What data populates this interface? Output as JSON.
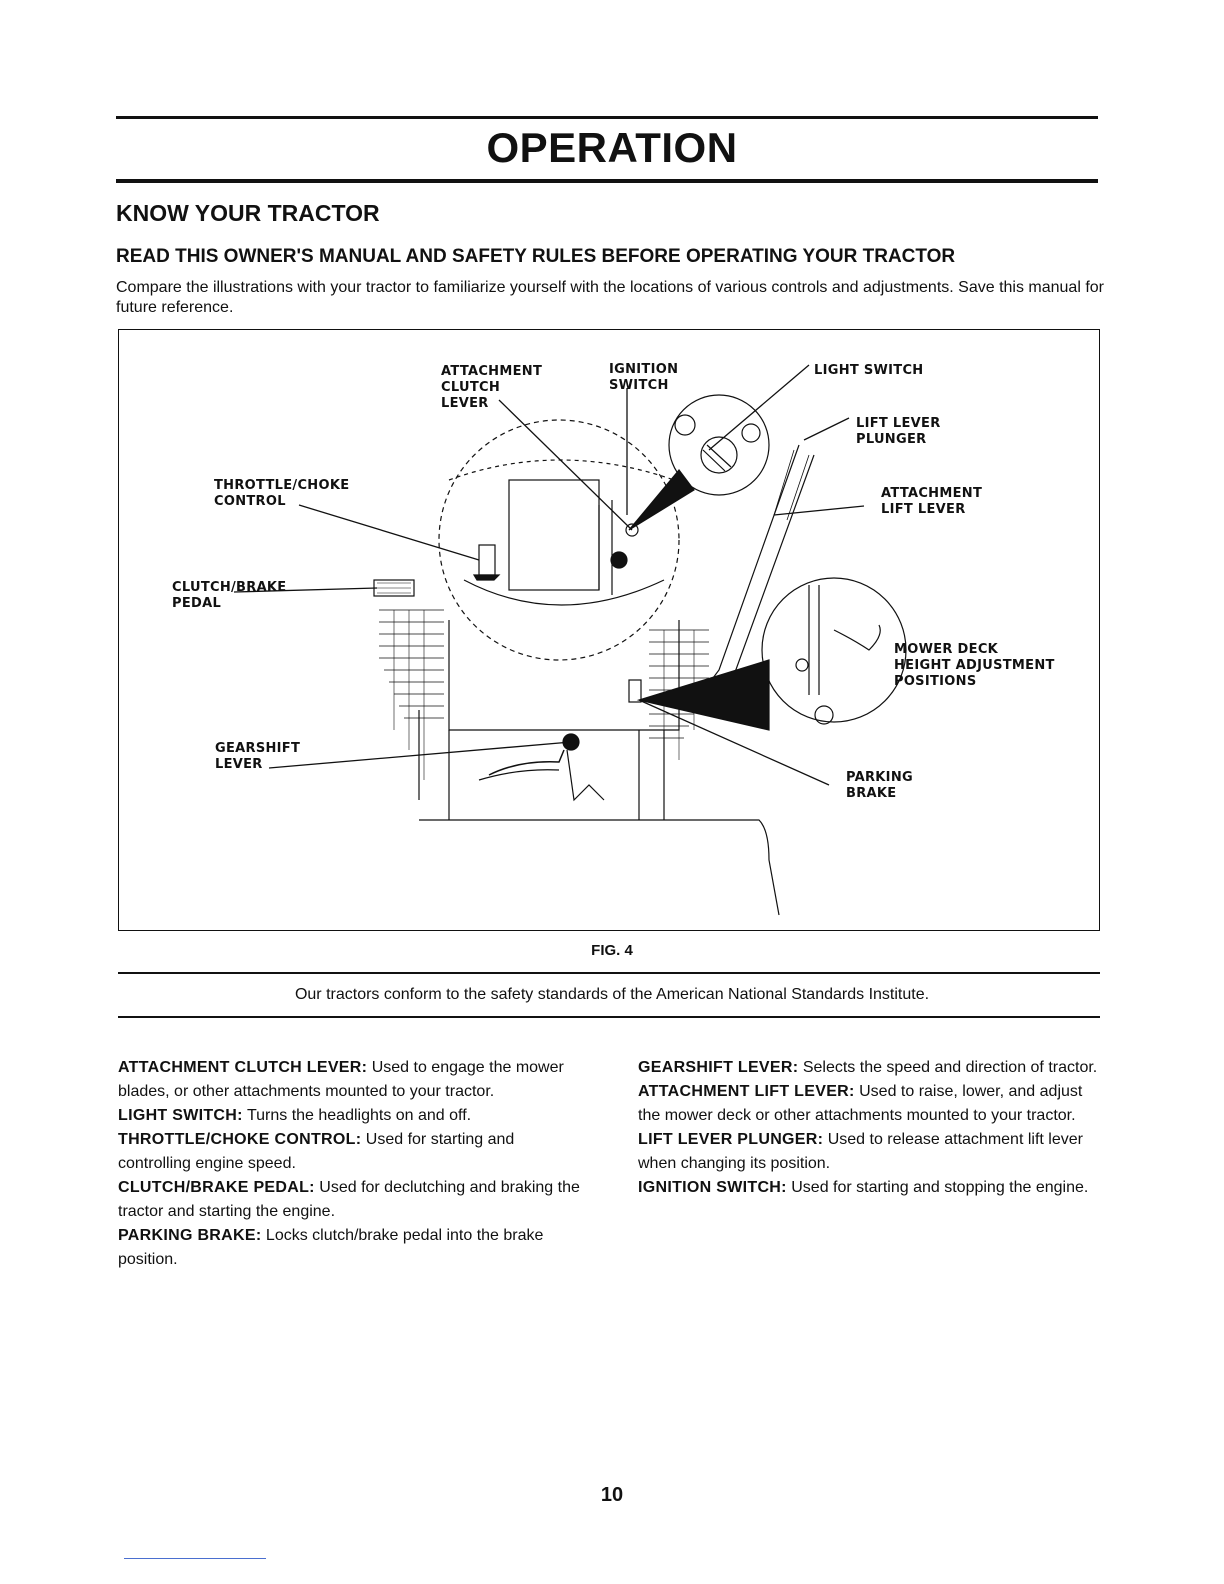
{
  "header": {
    "title": "OPERATION",
    "section_heading": "KNOW YOUR TRACTOR",
    "subheading": "READ THIS OWNER'S MANUAL AND SAFETY RULES BEFORE OPERATING YOUR TRACTOR",
    "intro": "Compare the illustrations with your tractor to familiarize yourself with the locations of various controls and adjustments. Save this manual for future reference."
  },
  "figure": {
    "caption": "FIG. 4",
    "labels": {
      "attachment_clutch_lever": "ATTACHMENT\nCLUTCH\nLEVER",
      "ignition_switch": "IGNITION\nSWITCH",
      "light_switch": "LIGHT SWITCH",
      "lift_lever_plunger": "LIFT LEVER\nPLUNGER",
      "throttle_choke_control": "THROTTLE/CHOKE\nCONTROL",
      "attachment_lift_lever": "ATTACHMENT\nLIFT LEVER",
      "clutch_brake_pedal": "CLUTCH/BRAKE\nPEDAL",
      "mower_deck_positions": "MOWER DECK\nHEIGHT ADJUSTMENT\nPOSITIONS",
      "gearshift_lever": "GEARSHIFT\nLEVER",
      "parking_brake": "PARKING\nBRAKE"
    }
  },
  "standards_note": "Our tractors conform to the safety standards of the American National Standards Institute.",
  "descriptions": {
    "left": [
      {
        "term": "ATTACHMENT CLUTCH LEVER:",
        "text": "Used to engage the mower blades, or other attachments mounted to your tractor."
      },
      {
        "term": "LIGHT SWITCH:",
        "text": "Turns the headlights on and off."
      },
      {
        "term": "THROTTLE/CHOKE CONTROL:",
        "text": "Used for starting and controlling engine speed."
      },
      {
        "term": "CLUTCH/BRAKE PEDAL:",
        "text": "Used for declutching and braking the tractor and starting the engine."
      },
      {
        "term": "PARKING BRAKE:",
        "text": "Locks clutch/brake pedal into the brake position."
      }
    ],
    "right": [
      {
        "term": "GEARSHIFT LEVER:",
        "text": "Selects the speed and direction of tractor."
      },
      {
        "term": "ATTACHMENT LIFT LEVER:",
        "text": "Used to raise, lower, and adjust the mower deck or other attachments mounted to your tractor."
      },
      {
        "term": "LIFT LEVER PLUNGER:",
        "text": "Used to release attachment lift lever when changing its position."
      },
      {
        "term": "IGNITION SWITCH:",
        "text": "Used for starting and stopping the engine."
      }
    ]
  },
  "page_number": "10"
}
